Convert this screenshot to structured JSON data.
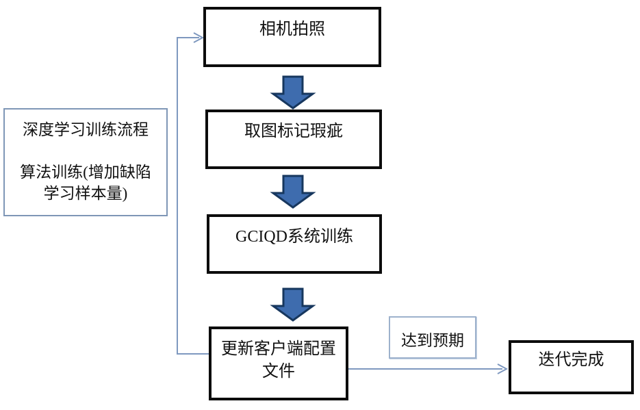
{
  "nodes": {
    "camera": {
      "label": "相机拍照"
    },
    "mark_defects": {
      "label": "取图标记瑕疵"
    },
    "system_training": {
      "label": "GCIQD系统训练"
    },
    "update_config": {
      "lines": [
        "更新客户端配置",
        "文件"
      ]
    },
    "iteration_done": {
      "label": "迭代完成"
    }
  },
  "side_note": {
    "lines": [
      "深度学习训练流程",
      "算法训练(增加缺陷",
      "学习样本量)"
    ]
  },
  "edge_label": {
    "label": "达到预期"
  },
  "colors": {
    "block_arrow_fill": "#3e6cae",
    "block_arrow_stroke": "#17375e",
    "connector": "#7e98bf",
    "node_border": "#0c0c0c",
    "note_border": "#7e96b6",
    "label_border": "#9db1cc"
  }
}
